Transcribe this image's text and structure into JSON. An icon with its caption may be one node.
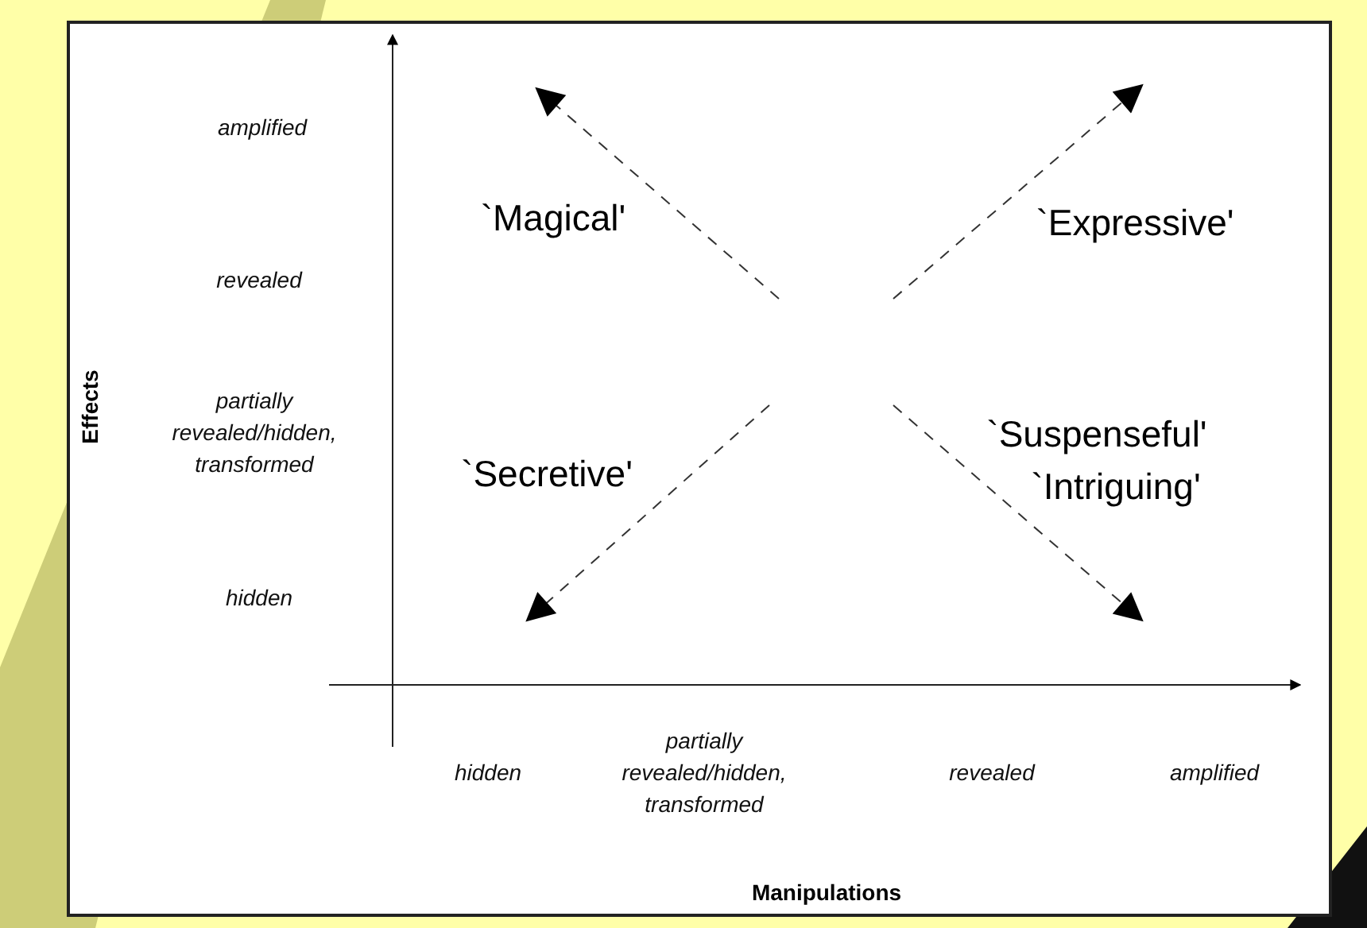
{
  "diagram": {
    "labels": [
      "amplified",
      "`Magical'",
      "`Expressive'",
      "revealed",
      "partially revealed/hidden, transformed",
      "`Suspenseful'",
      "`Intriguing'",
      "Effects",
      "`Secretive'",
      "hidden",
      "hidden",
      "partially revealed/hidden, transformed",
      "revealed",
      "amplified",
      "Manipulations"
    ]
  }
}
